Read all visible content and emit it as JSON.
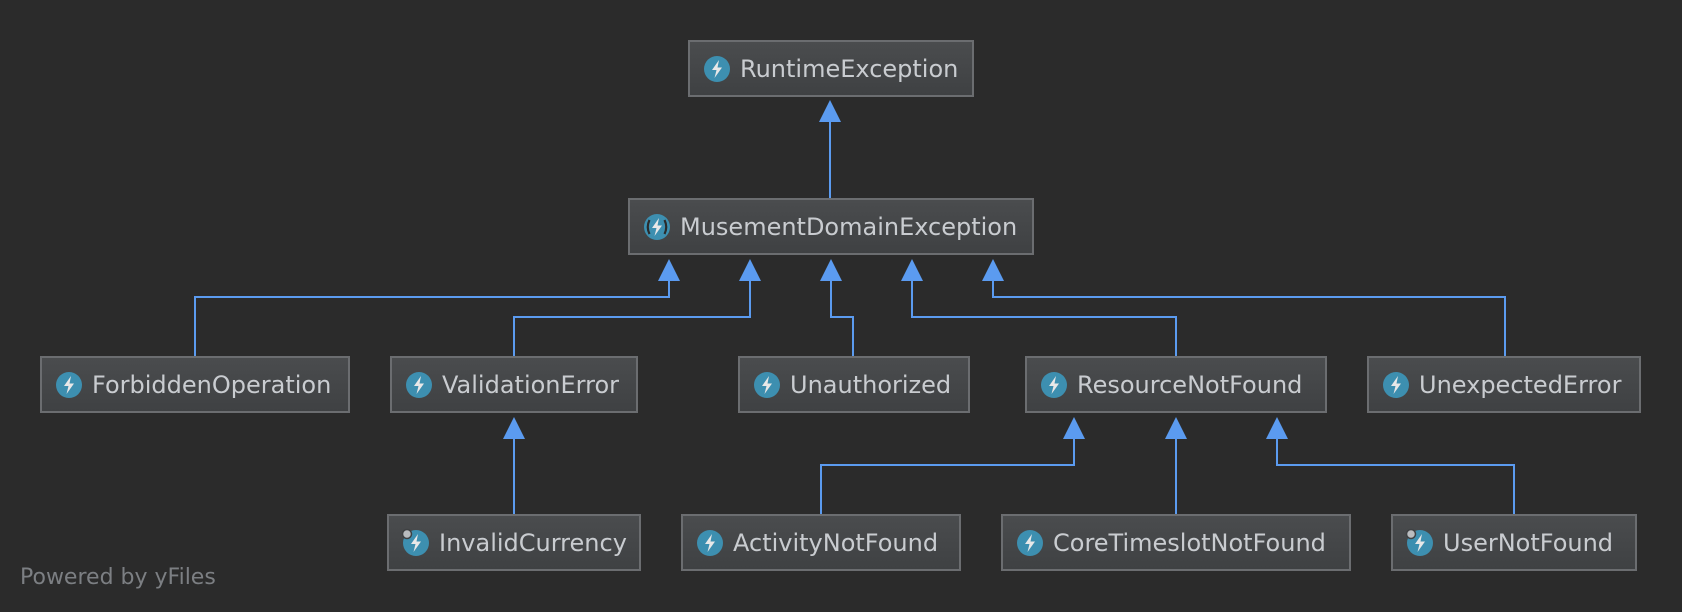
{
  "diagram": {
    "nodes": [
      {
        "id": "runtime",
        "label": "RuntimeException",
        "icon": "exception-class-icon"
      },
      {
        "id": "musement",
        "label": "MusementDomainException",
        "icon": "abstract-exception-class-icon"
      },
      {
        "id": "forbidden",
        "label": "ForbiddenOperation",
        "icon": "exception-class-icon"
      },
      {
        "id": "validation",
        "label": "ValidationError",
        "icon": "exception-class-icon"
      },
      {
        "id": "unauthorized",
        "label": "Unauthorized",
        "icon": "exception-class-icon"
      },
      {
        "id": "resource",
        "label": "ResourceNotFound",
        "icon": "exception-class-icon"
      },
      {
        "id": "unexpected",
        "label": "UnexpectedError",
        "icon": "exception-class-icon"
      },
      {
        "id": "currency",
        "label": "InvalidCurrency",
        "icon": "final-exception-class-icon"
      },
      {
        "id": "activity",
        "label": "ActivityNotFound",
        "icon": "exception-class-icon"
      },
      {
        "id": "coretimeslot",
        "label": "CoreTimeslotNotFound",
        "icon": "exception-class-icon"
      },
      {
        "id": "user",
        "label": "UserNotFound",
        "icon": "final-exception-class-icon"
      }
    ],
    "edges": [
      {
        "from": "musement",
        "to": "runtime"
      },
      {
        "from": "forbidden",
        "to": "musement"
      },
      {
        "from": "validation",
        "to": "musement"
      },
      {
        "from": "unauthorized",
        "to": "musement"
      },
      {
        "from": "resource",
        "to": "musement"
      },
      {
        "from": "unexpected",
        "to": "musement"
      },
      {
        "from": "currency",
        "to": "validation"
      },
      {
        "from": "activity",
        "to": "resource"
      },
      {
        "from": "coretimeslot",
        "to": "resource"
      },
      {
        "from": "user",
        "to": "resource"
      }
    ],
    "colors": {
      "background": "#2b2b2b",
      "edge": "#5b9bf0",
      "icon": "#3d8fb0"
    }
  },
  "footer": {
    "text": "Powered by yFiles"
  }
}
